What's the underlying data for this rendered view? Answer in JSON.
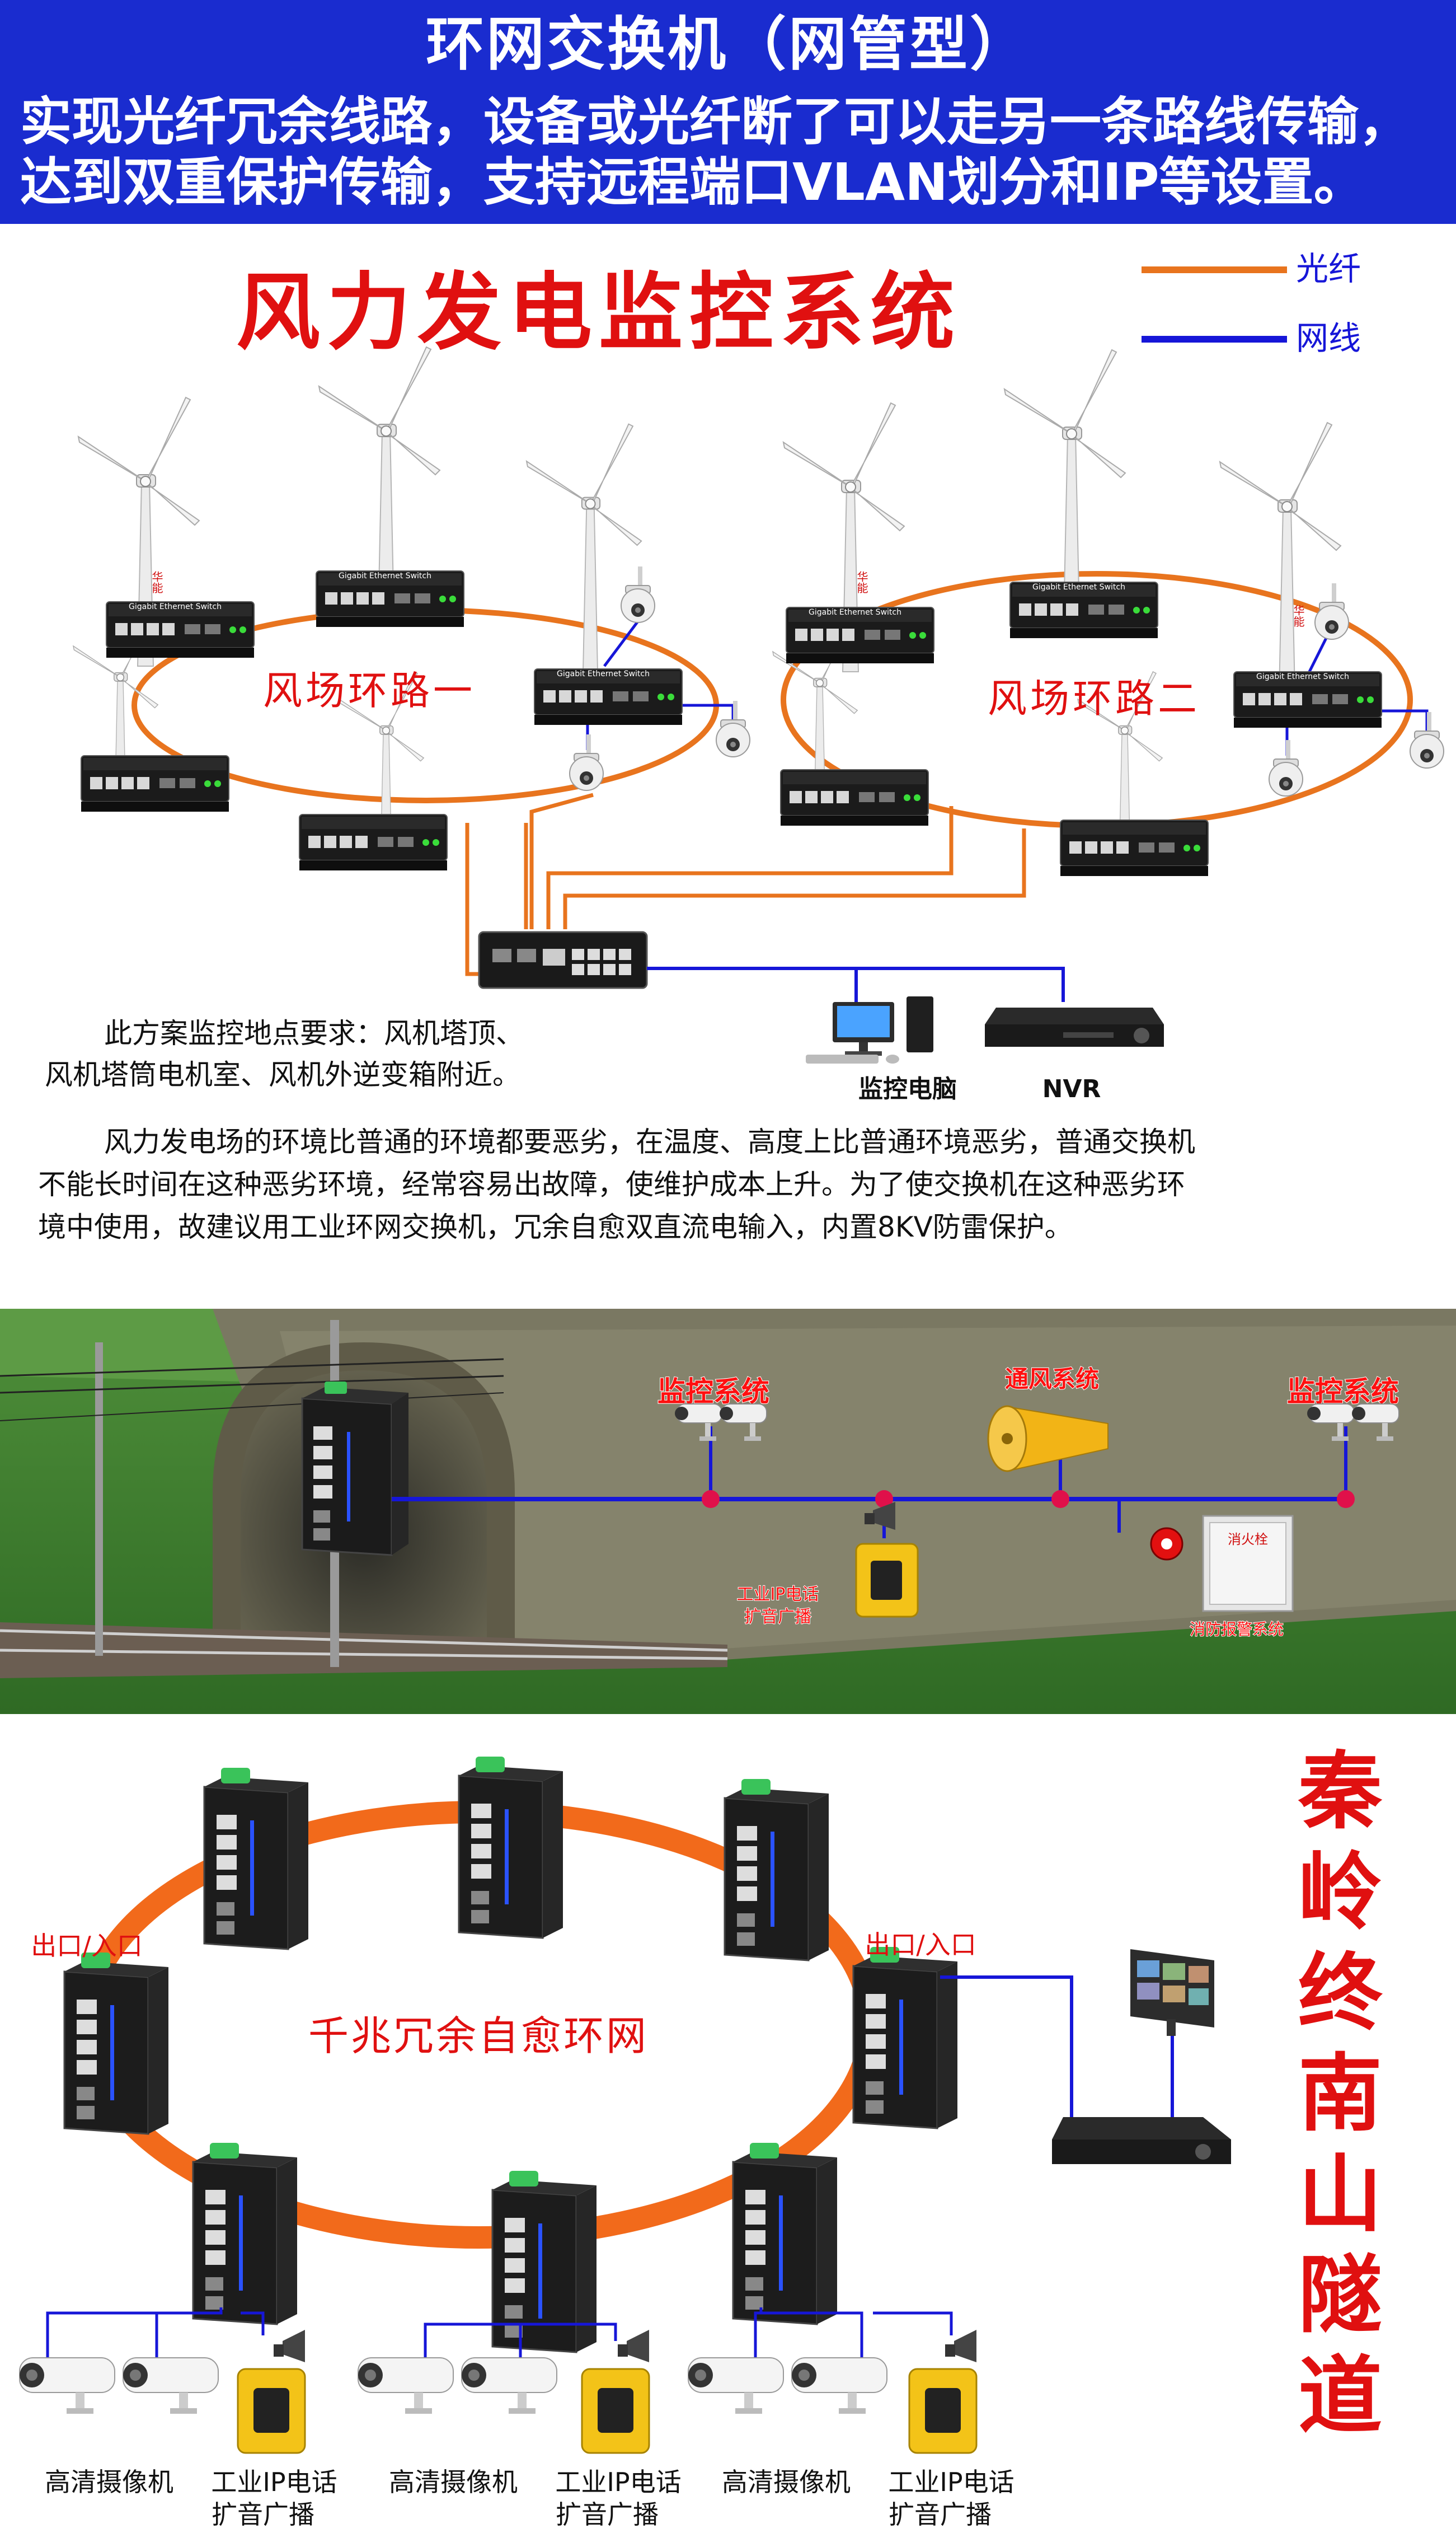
{
  "header": {
    "title": "环网交换机（网管型）",
    "line1": "实现光纤冗余线路，设备或光纤断了可以走另一条路线传输，",
    "line2": "达到双重保护传输，支持远程端口VLAN划分和IP等设置。"
  },
  "wind": {
    "title": "风力发电监控系统",
    "legend_fiber": "光纤",
    "legend_cable": "网线",
    "ring1_label": "风场环路一",
    "ring2_label": "风场环路二",
    "pc_label": "监控电脑",
    "nvr_label": "NVR",
    "switch_caption": "Gigabit Ethernet Switch",
    "tower_mark": "华能",
    "req_line1": "此方案监控地点要求：风机塔顶、",
    "req_line2": "风机塔筒电机室、风机外逆变箱附近。",
    "desc_line1": "风力发电场的环境比普通的环境都要恶劣，在温度、高度上比普通环境恶劣，普通交换机",
    "desc_line2": "不能长时间在这种恶劣环境，经常容易出故障，使维护成本上升。为了使交换机在这种恶劣环",
    "desc_line3": "境中使用，故建议用工业环网交换机，冗余自愈双直流电输入，内置8KV防雷保护。"
  },
  "tunnel": {
    "monitor_left": "监控系统",
    "ventilation": "通风系统",
    "monitor_right": "监控系统",
    "phone_line1": "工业IP电话",
    "phone_line2": "扩音广播",
    "hydrant_label": "消火栓",
    "fire_label": "消防报警系统"
  },
  "ring": {
    "center_label": "千兆冗余自愈环网",
    "io_left": "出口/入口",
    "io_right": "出口/入口",
    "side_title": [
      "秦",
      "岭",
      "终",
      "南",
      "山",
      "隧",
      "道"
    ],
    "camera_label": "高清摄像机",
    "phone_line1": "工业IP电话",
    "phone_line2": "扩音广播"
  },
  "colors": {
    "banner_blue": "#1a2ccf",
    "fiber_orange": "#e8741e",
    "cable_blue": "#1616d8",
    "title_red": "#e01010",
    "ring_orange": "#f26a1b"
  }
}
